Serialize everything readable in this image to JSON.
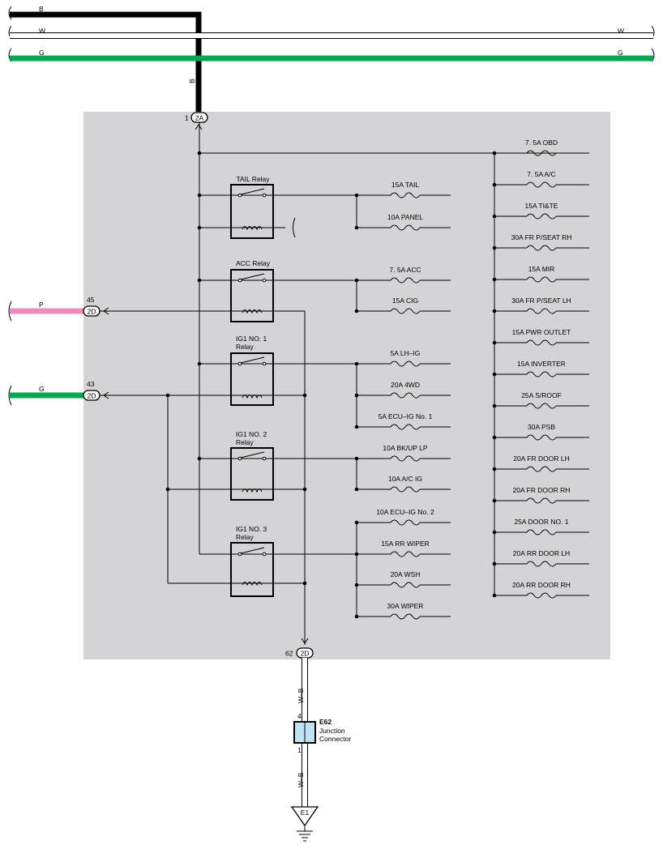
{
  "colors": {
    "panel": "#d4d4d6",
    "wire_black": "#000000",
    "wire_green": "#00a650",
    "wire_pink": "#f08cbc",
    "wire_white": "#ffffff",
    "connector_fill": "#bfe3f3"
  },
  "top_wires": {
    "b_label": "B",
    "w_label": "W",
    "g_label": "G",
    "b_vertical_label": "B"
  },
  "connectors": {
    "c2a_pin": "1",
    "c2a_label": "2A",
    "c2d45_pin": "45",
    "c2d45_label": "2D",
    "c2d45_wire": "P",
    "c2d43_pin": "43",
    "c2d43_label": "2D",
    "c2d43_wire": "G",
    "c2d62_pin": "62",
    "c2d62_label": "2D"
  },
  "relays": [
    {
      "label": "TAIL Relay"
    },
    {
      "label": "ACC Relay"
    },
    {
      "label": "IG1 NO. 1",
      "label2": "Relay"
    },
    {
      "label": "IG1 NO. 2",
      "label2": "Relay"
    },
    {
      "label": "IG1 NO. 3",
      "label2": "Relay"
    }
  ],
  "middle_fuses": [
    "15A TAIL",
    "10A PANEL",
    "7. 5A ACC",
    "15A CIG",
    "5A LH–IG",
    "20A 4WD",
    "5A ECU–IG No. 1",
    "10A BK/UP LP",
    "10A A/C IG",
    "10A ECU–IG No. 2",
    "15A RR WIPER",
    "20A WSH",
    "30A WIPER"
  ],
  "right_fuses": [
    "7. 5A OBD",
    "7. 5A A/C",
    "15A TI&TE",
    "30A FR P/SEAT RH",
    "15A MIR",
    "30A FR P/SEAT LH",
    "15A PWR OUTLET",
    "15A INVERTER",
    "25A S/ROOF",
    "30A PSB",
    "20A FR DOOR LH",
    "20A FR DOOR RH",
    "25A DOOR NO. 1",
    "20A RR DOOR LH",
    "20A RR DOOR RH"
  ],
  "ground": {
    "wire_upper": "W–B",
    "wire_lower": "W–B",
    "pin_top": "4",
    "pin_bottom": "1",
    "jc_id": "E62",
    "jc_name1": "Junction",
    "jc_name2": "Connector",
    "ground_label": "E1"
  }
}
